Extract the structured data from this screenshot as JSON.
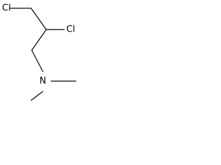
{
  "molecule": {
    "atoms": {
      "cl_top": "Cl",
      "cl_mid": "Cl",
      "n": "N"
    },
    "colors": {
      "bond": "#000000",
      "label": "#000000",
      "background": "#ffffff"
    }
  }
}
